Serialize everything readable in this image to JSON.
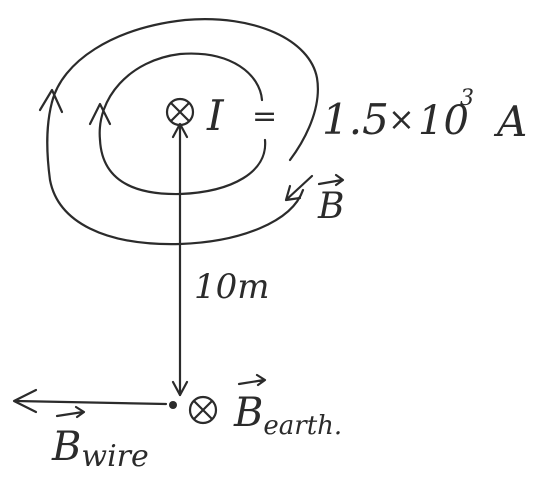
{
  "labels": {
    "current_symbol": "I",
    "equals": "=",
    "current_value": "1.5",
    "times": "×",
    "ten": "10",
    "exponent": "3",
    "unit": "A",
    "b_field": "B",
    "distance": "10m",
    "b_wire_main": "B",
    "b_wire_sub": "wire",
    "b_earth_main": "B",
    "b_earth_sub": "earth."
  },
  "colors": {
    "ink": "#2b2b2b",
    "background": "#ffffff"
  },
  "icons": [
    "into-page-icon",
    "field-arrow-icon",
    "point-dot-icon"
  ]
}
